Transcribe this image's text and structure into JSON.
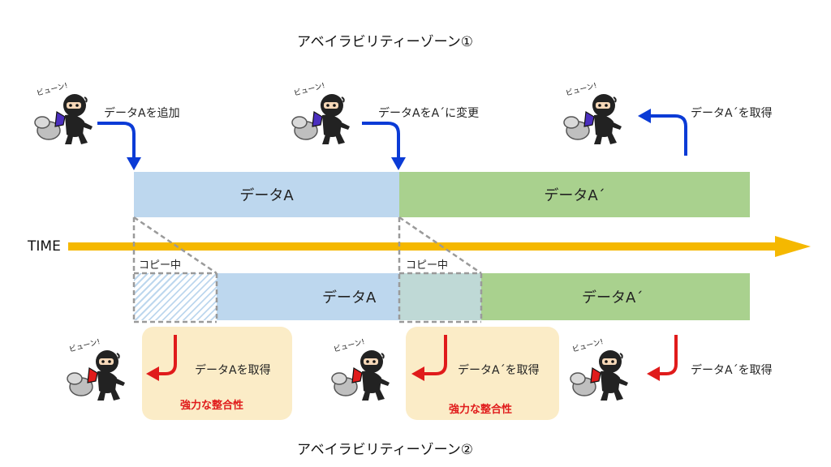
{
  "zones": {
    "top_title": "アベイラビリティーゾーン①",
    "bottom_title": "アベイラビリティーゾーン②"
  },
  "timeline": {
    "time_label": "TIME",
    "colors": {
      "arrow": "#f5b800",
      "blue_bar": "#bdd7ee",
      "green_bar": "#a9d18e",
      "teal_bar": "#bfd9d6",
      "box": "#fbecc7",
      "blue_arrow": "#0b3bd6",
      "red_arrow": "#e01b1b"
    }
  },
  "zone1": {
    "bar_a": "データA",
    "bar_a_prime": "データA´"
  },
  "zone2": {
    "bar_a": "データA",
    "bar_a_prime": "データA´"
  },
  "copy": {
    "label1": "コピー中",
    "label2": "コピー中"
  },
  "actions_top": {
    "add": "データAを追加",
    "change": "データAをA´に変更",
    "get": "データA´を取得"
  },
  "actions_bottom": {
    "get_a": "データAを取得",
    "get_a_prime_1": "データA´を取得",
    "get_a_prime_2": "データA´を取得",
    "strong1": "強力な整合性",
    "strong2": "強力な整合性"
  },
  "ninja": {
    "sound": "ビューン!"
  }
}
